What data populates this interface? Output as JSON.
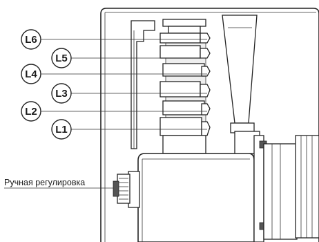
{
  "callouts": [
    {
      "id": "L6",
      "label": "L6"
    },
    {
      "id": "L5",
      "label": "L5"
    },
    {
      "id": "L4",
      "label": "L4"
    },
    {
      "id": "L3",
      "label": "L3"
    },
    {
      "id": "L2",
      "label": "L2"
    },
    {
      "id": "L1",
      "label": "L1"
    }
  ],
  "manual_adjustment_label": "Ручная регулировка"
}
